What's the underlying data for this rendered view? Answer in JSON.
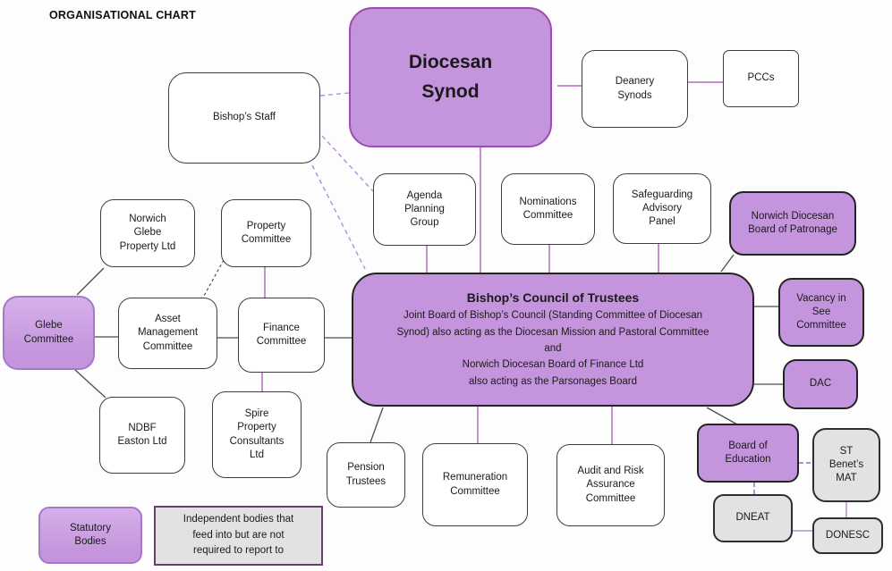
{
  "page_title": "ORGANISATIONAL CHART",
  "colors": {
    "statutory_fill": "#c495dc",
    "statutory_fill_light": "#d6b0ea",
    "statutory_soft_border": "#a678c8",
    "synod_border": "#a04ab8",
    "box_border": "#3d3d3d",
    "gray_fill": "#e2e2e2",
    "legend_border": "#6e3a70",
    "connector": "#c98dd4",
    "connector_dark": "#4d4d4d",
    "connector_dashed": "#b98ae0",
    "connector_purple_dashed": "#9a6fc0",
    "connector_light": "#c6abdf",
    "text_color": "#1a1a1a"
  },
  "nodes": {
    "diocesan_synod": {
      "label": "Diocesan\nSynod"
    },
    "bishops_staff": {
      "label": "Bishop’s Staff"
    },
    "deanery_synods": {
      "label": "Deanery\nSynods"
    },
    "pccs": {
      "label": "PCCs"
    },
    "agenda_planning_group": {
      "label": "Agenda\nPlanning\nGroup"
    },
    "nominations_committee": {
      "label": "Nominations\nCommittee"
    },
    "safeguarding_advisory_panel": {
      "label": "Safeguarding\nAdvisory\nPanel"
    },
    "board_of_patronage": {
      "label": "Norwich Diocesan\nBoard of Patronage"
    },
    "bishops_council": {
      "title": "Bishop’s Council of Trustees",
      "body": "Joint Board of Bishop’s Council (Standing Committee of Diocesan\nSynod) also acting as the Diocesan Mission and Pastoral Committee\nand\nNorwich Diocesan Board of Finance Ltd\nalso acting as the Parsonages Board"
    },
    "vacancy_in_see_committee": {
      "label": "Vacancy in\nSee\nCommittee"
    },
    "dac": {
      "label": "DAC"
    },
    "norwich_glebe_property": {
      "label": "Norwich\nGlebe\nProperty Ltd"
    },
    "property_committee": {
      "label": "Property\nCommittee"
    },
    "glebe_committee": {
      "label": "Glebe\nCommittee"
    },
    "asset_management_committee": {
      "label": "Asset\nManagement\nCommittee"
    },
    "finance_committee": {
      "label": "Finance\nCommittee"
    },
    "ndbf_easton": {
      "label": "NDBF\nEaston Ltd"
    },
    "spire_property_consultants": {
      "label": "Spire\nProperty\nConsultants\nLtd"
    },
    "pension_trustees": {
      "label": "Pension\nTrustees"
    },
    "remuneration_committee": {
      "label": "Remuneration\nCommittee"
    },
    "audit_risk_assurance_committee": {
      "label": "Audit and Risk\nAssurance\nCommittee"
    },
    "board_of_education": {
      "label": "Board of\nEducation"
    },
    "st_benets_mat": {
      "label": "ST\nBenet’s\nMAT"
    },
    "dneat": {
      "label": "DNEAT"
    },
    "donesc": {
      "label": "DONESC"
    }
  },
  "legend": {
    "statutory": {
      "label": "Statutory\nBodies"
    },
    "independent": {
      "label": "Independent bodies that\nfeed into but are not\nrequired to report to"
    }
  }
}
